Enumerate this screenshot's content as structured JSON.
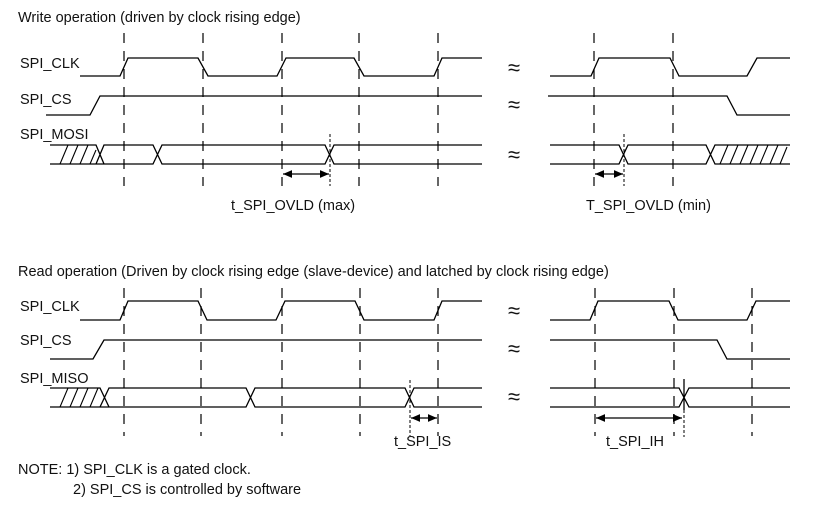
{
  "write": {
    "title": "Write operation (driven by clock rising edge)",
    "signals": [
      "SPI_CLK",
      "SPI_CS",
      "SPI_MOSI"
    ],
    "timing_max": "t_SPI_OVLD (max)",
    "timing_min": "T_SPI_OVLD (min)"
  },
  "read": {
    "title": "Read operation (Driven by clock rising edge (slave-device) and latched by clock rising edge)",
    "signals": [
      "SPI_CLK",
      "SPI_CS",
      "SPI_MISO"
    ],
    "timing_setup": "t_SPI_IS",
    "timing_hold": "t_SPI_IH"
  },
  "notes": {
    "line1": "NOTE: 1) SPI_CLK is a gated clock.",
    "line2": "2) SPI_CS is controlled by software"
  },
  "break_symbol": "≈"
}
